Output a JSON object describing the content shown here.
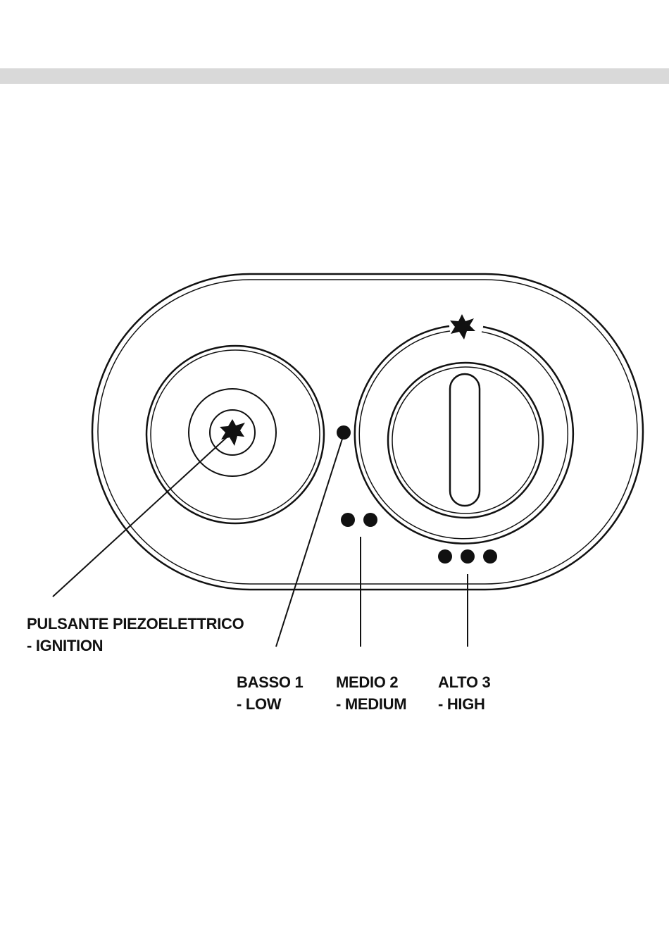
{
  "colors": {
    "ink": "#111111",
    "band": "#d9d9d9",
    "background": "#ffffff"
  },
  "labels": {
    "ignition": {
      "line1": "PULSANTE PIEZOELETTRICO",
      "line2": "- IGNITION"
    },
    "low": {
      "line1": "BASSO 1",
      "line2": "- LOW"
    },
    "medium": {
      "line1": "MEDIO 2",
      "line2": "- MEDIUM"
    },
    "high": {
      "line1": "ALTO 3",
      "line2": "- HIGH"
    }
  },
  "icons": {
    "ignition_button": "spark-icon",
    "knob_marker": "spark-icon",
    "low_marker": "one-dot-icon",
    "medium_marker": "two-dots-icon",
    "high_marker": "three-dots-icon"
  }
}
